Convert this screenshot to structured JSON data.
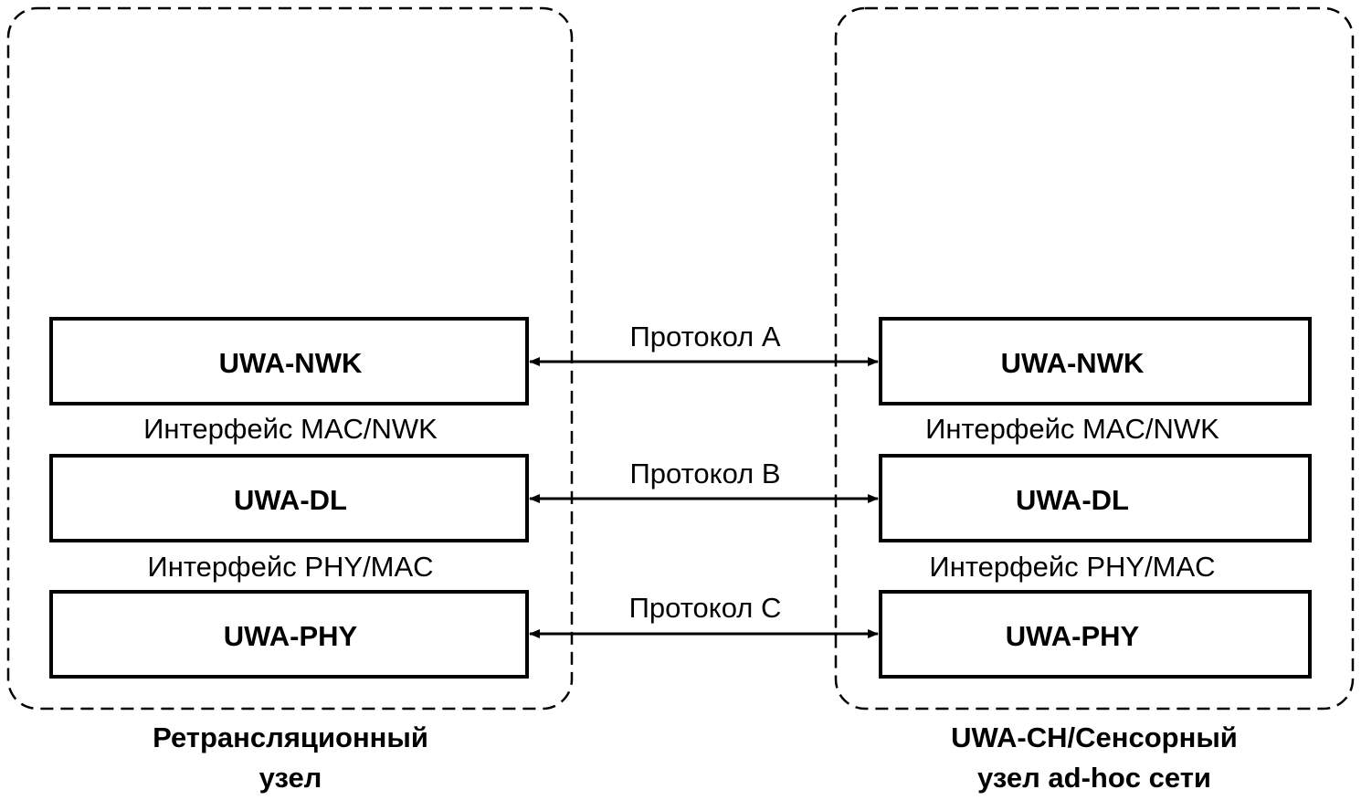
{
  "left_node": {
    "caption_line1": "Ретрансляционный",
    "caption_line2": "узел",
    "layers": {
      "nwk": "UWA-NWK",
      "dl": "UWA-DL",
      "phy": "UWA-PHY"
    },
    "interfaces": {
      "mac_nwk": "Интерфейс MAC/NWK",
      "phy_mac": "Интерфейс PHY/MAC"
    }
  },
  "right_node": {
    "caption_line1": "UWA-CH/Сенсорный",
    "caption_line2": "узел ad-hoc сети",
    "layers": {
      "nwk": "UWA-NWK",
      "dl": "UWA-DL",
      "phy": "UWA-PHY"
    },
    "interfaces": {
      "mac_nwk": "Интерфейс MAC/NWK",
      "phy_mac": "Интерфейс PHY/MAC"
    }
  },
  "protocols": {
    "a": "Протокол A",
    "b": "Протокол B",
    "c": "Протокол C"
  }
}
